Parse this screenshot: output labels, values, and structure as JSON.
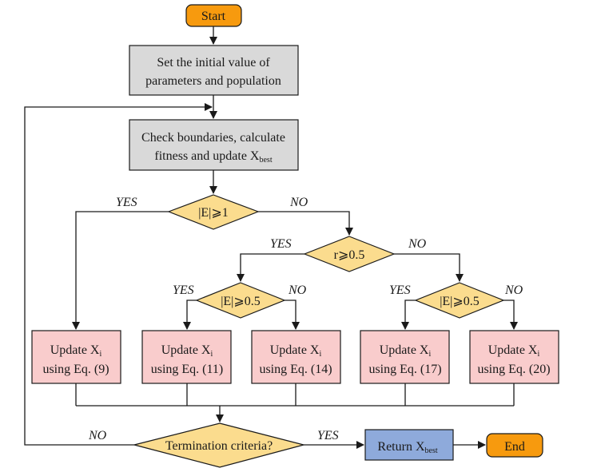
{
  "colors": {
    "terminal": "#f79a0e",
    "process": "#d9d9d9",
    "decision": "#fbdc8e",
    "update": "#f9cccc",
    "output": "#8eaadb",
    "stroke": "#1a1a1a"
  },
  "nodes": {
    "start": {
      "label": "Start"
    },
    "init": {
      "line1": "Set the initial value of",
      "line2": "parameters and population"
    },
    "check": {
      "line1": "Check boundaries, calculate",
      "line2_main": "fitness and update X",
      "line2_sub": "best"
    },
    "d_e1": {
      "label": "|E|⩾1"
    },
    "d_r": {
      "label": "r⩾0.5"
    },
    "d_e05_left": {
      "label": "|E|⩾0.5"
    },
    "d_e05_right": {
      "label": "|E|⩾0.5"
    },
    "updates": [
      {
        "line1_main": "Update X",
        "line1_sub": "i",
        "line2": "using Eq. (9)"
      },
      {
        "line1_main": "Update X",
        "line1_sub": "i",
        "line2": "using Eq. (11)"
      },
      {
        "line1_main": "Update X",
        "line1_sub": "i",
        "line2": "using Eq. (14)"
      },
      {
        "line1_main": "Update X",
        "line1_sub": "i",
        "line2": "using Eq. (17)"
      },
      {
        "line1_main": "Update X",
        "line1_sub": "i",
        "line2": "using Eq. (20)"
      }
    ],
    "termination": {
      "label": "Termination criteria?"
    },
    "return": {
      "main": "Return X",
      "sub": "best"
    },
    "end": {
      "label": "End"
    }
  },
  "edge_labels": {
    "e1_yes": "YES",
    "e1_no": "NO",
    "r_yes": "YES",
    "r_no": "NO",
    "el_yes": "YES",
    "el_no": "NO",
    "er_yes": "YES",
    "er_no": "NO",
    "term_no": "NO",
    "term_yes": "YES"
  }
}
